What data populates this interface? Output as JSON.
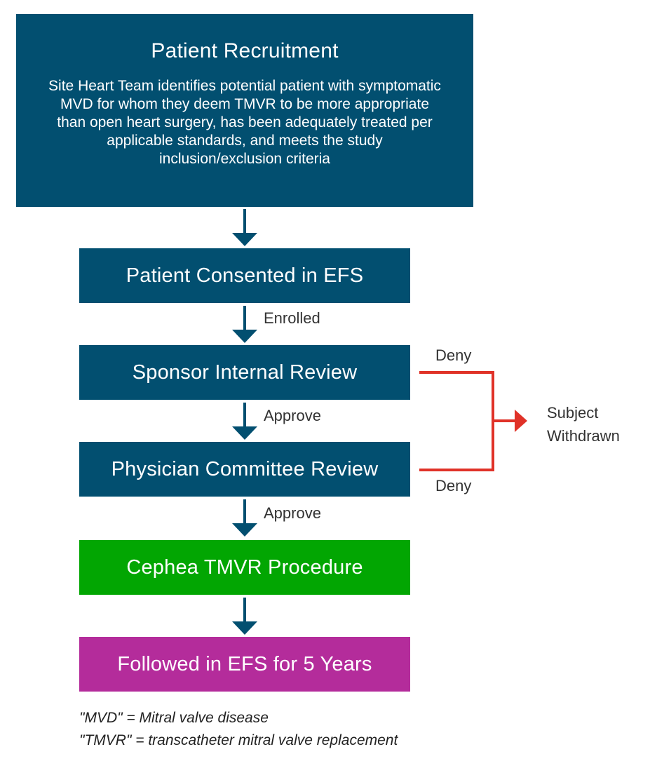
{
  "colors": {
    "primary": "#024f70",
    "procedure": "#02a602",
    "followup": "#b42c9b",
    "deny_path": "#e03228"
  },
  "nodes": {
    "recruitment": {
      "title": "Patient Recruitment",
      "description": "Site Heart Team identifies potential patient with symptomatic MVD for whom they deem TMVR to be more appropriate than open heart surgery, has been adequately treated per applicable standards, and meets the study inclusion/exclusion criteria"
    },
    "consent": {
      "title": "Patient Consented in EFS"
    },
    "sponsor_review": {
      "title": "Sponsor Internal Review"
    },
    "physician_review": {
      "title": "Physician Committee Review"
    },
    "procedure": {
      "title": "Cephea TMVR Procedure"
    },
    "followup": {
      "title": "Followed in EFS for 5 Years"
    },
    "withdrawn": {
      "title_line1": "Subject",
      "title_line2": "Withdrawn"
    }
  },
  "edges": {
    "consent_to_sponsor": "Enrolled",
    "sponsor_to_physician": "Approve",
    "physician_to_procedure": "Approve",
    "sponsor_deny": "Deny",
    "physician_deny": "Deny"
  },
  "footnotes": [
    "\"MVD\" = Mitral valve disease",
    "\"TMVR\" = transcatheter mitral valve replacement"
  ]
}
